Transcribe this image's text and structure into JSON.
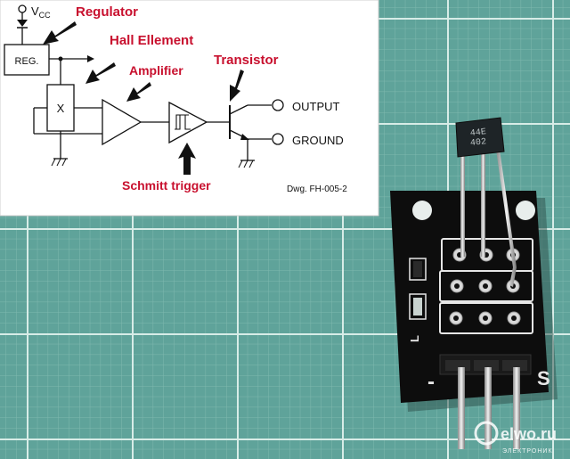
{
  "diagram": {
    "vcc_base": "V",
    "vcc_sub": "CC",
    "reg_box": "REG.",
    "hall_box": "X",
    "labels": {
      "regulator": "Regulator",
      "hall": "Hall Ellement",
      "amplifier": "Amplifier",
      "transistor": "Transistor",
      "schmitt": "Schmitt trigger"
    },
    "output": "OUTPUT",
    "ground": "GROUND",
    "drawing_no": "Dwg. FH-005-2"
  },
  "board": {
    "chip_line1": "44E",
    "chip_line2": "402",
    "pin_label_minus": "-",
    "pin_label_s": "S",
    "silk_l": "L"
  },
  "watermark": {
    "brand": "elwo.ru",
    "tag": "ЭЛЕКТРОНИК"
  },
  "colors": {
    "mat": "#5fa39a",
    "grid": "#c9e3dd",
    "label_red": "#c8102e",
    "pcb": "#0b0b0b"
  }
}
